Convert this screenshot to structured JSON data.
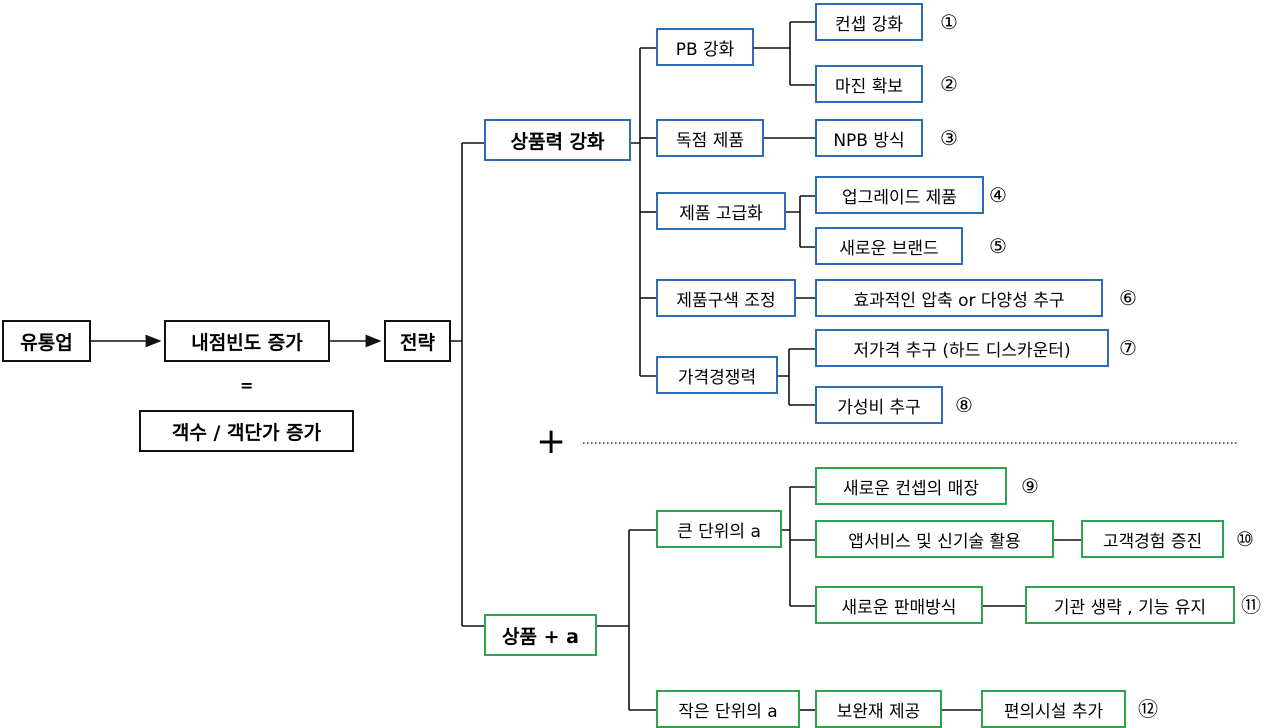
{
  "nodes": {
    "industry": "유통업",
    "visit_increase": "내점빈도 증가",
    "strategy": "전략",
    "equals": "=",
    "customers_price": "객수 / 객단가 증가",
    "product_power": "상품력 강화",
    "product_plus": "상품 + a",
    "plus": "+",
    "pb": "PB 강화",
    "concept": "컨셉 강화",
    "margin": "마진 확보",
    "exclusive": "독점 제품",
    "npb": "NPB 방식",
    "premium": "제품 고급화",
    "upgrade": "업그레이드 제품",
    "new_brand": "새로운 브랜드",
    "assortment": "제품구색 조정",
    "efficient": "효과적인 압축 or 다양성 추구",
    "price_comp": "가격경쟁력",
    "low_price": "저가격 추구 (하드 디스카운터)",
    "value": "가성비 추구",
    "big_a": "큰 단위의 a",
    "new_store": "새로운 컨셉의 매장",
    "app_tech": "앱서비스 및 신기술 활용",
    "cx": "고객경험 증진",
    "new_sales": "새로운 판매방식",
    "func_keep": "기관 생략 , 기능 유지",
    "small_a": "작은 단위의 a",
    "supplement": "보완재 제공",
    "convenience": "편의시설 추가"
  },
  "markers": [
    "①",
    "②",
    "③",
    "④",
    "⑤",
    "⑥",
    "⑦",
    "⑧",
    "⑨",
    "⑩",
    "⑪",
    "⑫"
  ],
  "colors": {
    "blue": "#2b6cb5",
    "green": "#2ca44e",
    "black": "#111111"
  }
}
